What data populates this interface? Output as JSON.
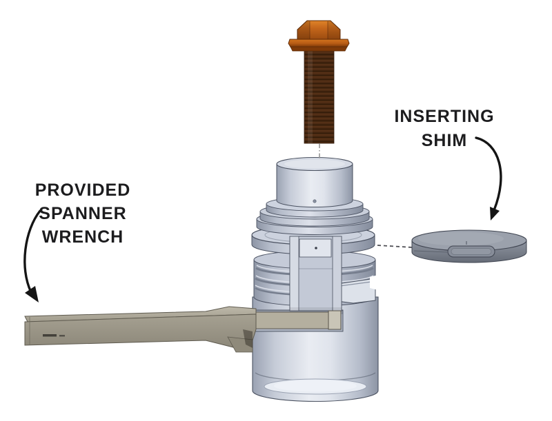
{
  "labels": {
    "spanner_wrench": {
      "line1": "PROVIDED",
      "line2": "SPANNER",
      "line3": "WRENCH"
    },
    "inserting_shim": {
      "line1": "INSERTING",
      "line2": "SHIM"
    }
  },
  "parts": {
    "bolt": "flanged hex bolt",
    "cap": "top cap cylinder",
    "washer": "flange washer",
    "shim": "shim disc",
    "body": "damper body",
    "wrench": "spanner wrench"
  },
  "colors": {
    "background": "#ffffff",
    "text": "#1c1c1e",
    "arrow": "#151515",
    "bolt_head_orange": "#c4661b",
    "bolt_shaft_brown": "#4b2a13",
    "steel_light": "#dde1ea",
    "steel_mid": "#c3c9d6",
    "steel_shadow": "#98a0b0",
    "steel_outline": "#4a5160",
    "shim_grey": "#9ba1ac",
    "wrench_tan": "#b4af9f"
  }
}
